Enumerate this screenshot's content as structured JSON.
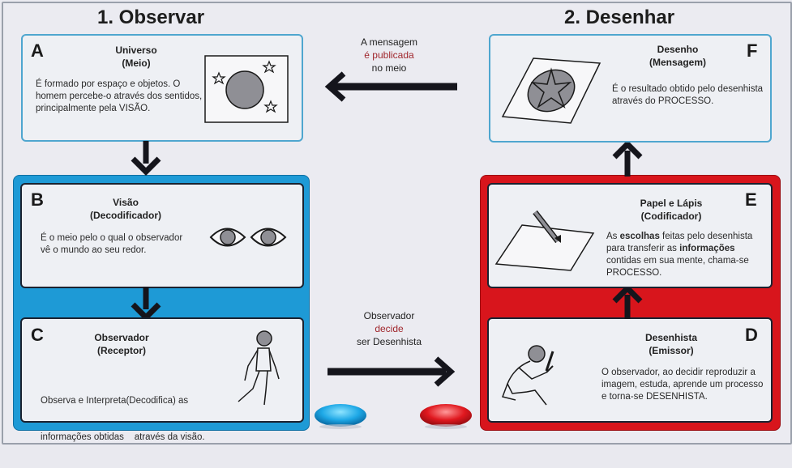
{
  "headings": {
    "observe": "1. Observar",
    "draw": "2. Desenhar"
  },
  "boxes": {
    "A": {
      "letter": "A",
      "title1": "Universo",
      "title2": "(Meio)",
      "body": "É formado por espaço e objetos. O homem percebe-o através dos sentidos, principalmente pela VISÃO."
    },
    "B": {
      "letter": "B",
      "title1": "Visão",
      "title2": "(Decodificador)",
      "body": "É o meio pelo o qual o observador vê o mundo ao seu redor."
    },
    "C": {
      "letter": "C",
      "title1": "Observador",
      "title2": "(Receptor)",
      "body1": "Observa e Interpreta(Decodifica) as",
      "body2": "informações obtidas    através da visão."
    },
    "D": {
      "letter": "D",
      "title1": "Desenhista",
      "title2": "(Emissor)",
      "body": "O observador, ao decidir reproduzir a imagem, estuda, aprende um processo e torna-se DESENHISTA."
    },
    "E": {
      "letter": "E",
      "title1": "Papel e Lápis",
      "title2": "(Codificador)",
      "body_a": "As ",
      "body_b": "escolhas",
      "body_c": " feitas pelo desenhista para transferir as ",
      "body_d": "informações",
      "body_e": " contidas em sua mente, chama-se PROCESSO."
    },
    "F": {
      "letter": "F",
      "title1": "Desenho",
      "title2": "(Mensagem)",
      "body": "É o resultado obtido pelo desenhista através do PROCESSO."
    }
  },
  "captions": {
    "top": {
      "line1": "A mensagem",
      "line2": "é publicada",
      "line3": "no meio"
    },
    "middle": {
      "line1": "Observador",
      "line2": "decide",
      "line3": "ser Desenhista"
    }
  },
  "colors": {
    "blue_panel": "#1e9ad6",
    "red_panel": "#d8151c",
    "box_border": "#4fa6cf",
    "highlight_text": "#a0262c",
    "arrow": "#15151c"
  },
  "icons": [
    "universe-icon",
    "eyes-icon",
    "observer-figure-icon",
    "drawer-figure-icon",
    "paper-pencil-icon",
    "drawing-icon",
    "blue-pill-icon",
    "red-pill-icon"
  ]
}
